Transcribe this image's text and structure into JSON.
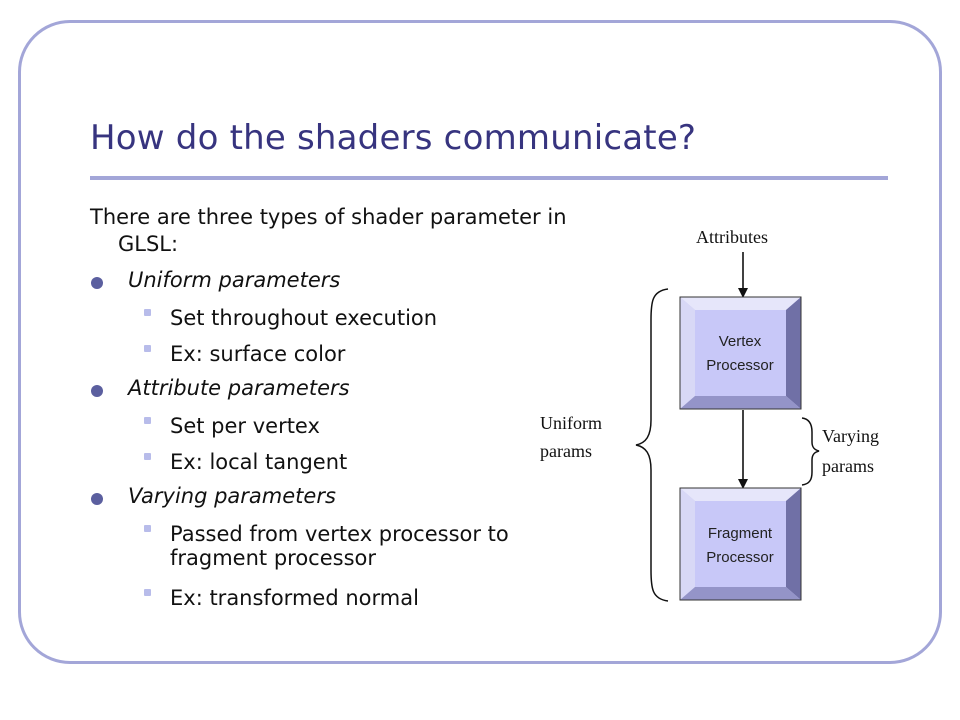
{
  "slide": {
    "title": "How do the shaders communicate?",
    "intro": "There are three types of shader parameter in GLSL:",
    "sections": [
      {
        "heading": "Uniform parameters",
        "items": [
          "Set throughout execution",
          "Ex: surface color"
        ]
      },
      {
        "heading": "Attribute parameters",
        "items": [
          "Set per vertex",
          "Ex: local tangent"
        ]
      },
      {
        "heading": "Varying parameters",
        "items": [
          "Passed from vertex processor to fragment processor",
          "Ex: transformed normal"
        ]
      }
    ]
  },
  "diagram": {
    "attributes_label": "Attributes",
    "vertex_line1": "Vertex",
    "vertex_line2": "Processor",
    "fragment_line1": "Fragment",
    "fragment_line2": "Processor",
    "uniform_line1": "Uniform",
    "uniform_line2": "params",
    "varying_line1": "Varying",
    "varying_line2": "params"
  },
  "colors": {
    "title": "#37347f",
    "frame": "#a3a6d8",
    "box_face": "#c8c8f8",
    "box_bevel_light": "#e6e6fa",
    "box_bevel_dark": "#7070a6",
    "bullet": "#5b5f9f"
  }
}
